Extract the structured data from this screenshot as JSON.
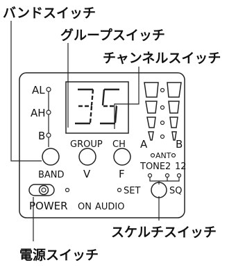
{
  "callouts": {
    "band_switch": "バンドスイッチ",
    "group_switch": "グループスイッチ",
    "channel_switch": "チャンネルスイッチ",
    "squelch_switch": "スケルチスイッチ",
    "power_switch": "電源スイッチ"
  },
  "panel": {
    "band_indicators": [
      "AL",
      "AH",
      "B"
    ],
    "display_value": "35",
    "buttons": {
      "band": "BAND",
      "group_top": "GROUP",
      "group_bottom": "V",
      "channel_top": "CH",
      "channel_bottom": "F",
      "squelch": "SQ"
    },
    "antenna": {
      "a": "A",
      "b": "B",
      "ant": "ANT"
    },
    "tone": {
      "label": "TONE",
      "v2": "2",
      "v12": "12"
    },
    "power": {
      "label": "POWER",
      "on": "ON",
      "audio": "AUDIO",
      "set": "SET"
    }
  }
}
